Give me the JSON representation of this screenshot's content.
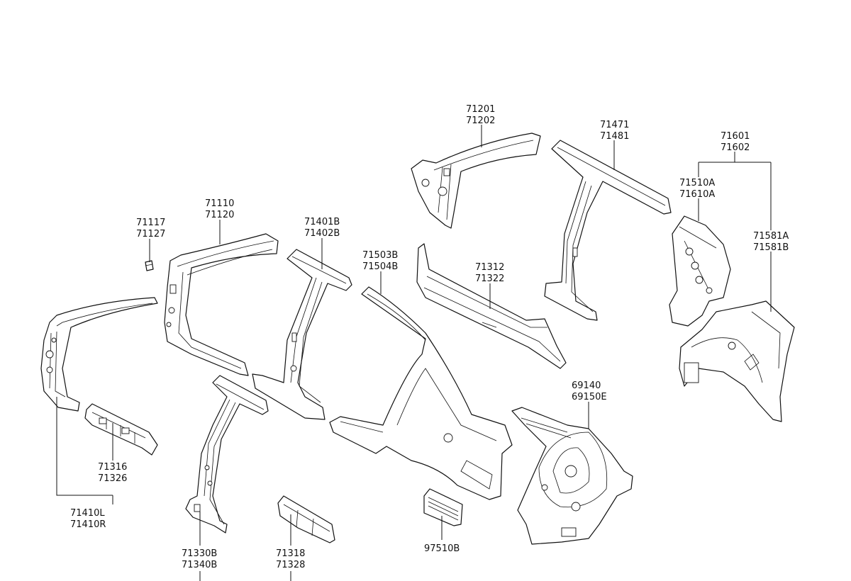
{
  "callouts": {
    "c71201": [
      "71201",
      "71202"
    ],
    "c71471": [
      "71471",
      "71481"
    ],
    "c71601": [
      "71601",
      "71602"
    ],
    "c71510": [
      "71510A",
      "71610A"
    ],
    "c71581": [
      "71581A",
      "71581B"
    ],
    "c71117": [
      "71117",
      "71127"
    ],
    "c71110": [
      "71110",
      "71120"
    ],
    "c71401": [
      "71401B",
      "71402B"
    ],
    "c71503": [
      "71503B",
      "71504B"
    ],
    "c71312": [
      "71312",
      "71322"
    ],
    "c69140": [
      "69140",
      "69150E"
    ],
    "c71316": [
      "71316",
      "71326"
    ],
    "c71410": [
      "71410L",
      "71410R"
    ],
    "c71330": [
      "71330B",
      "71340B"
    ],
    "c71318": [
      "71318",
      "71328"
    ],
    "c97510": [
      "97510B"
    ]
  }
}
